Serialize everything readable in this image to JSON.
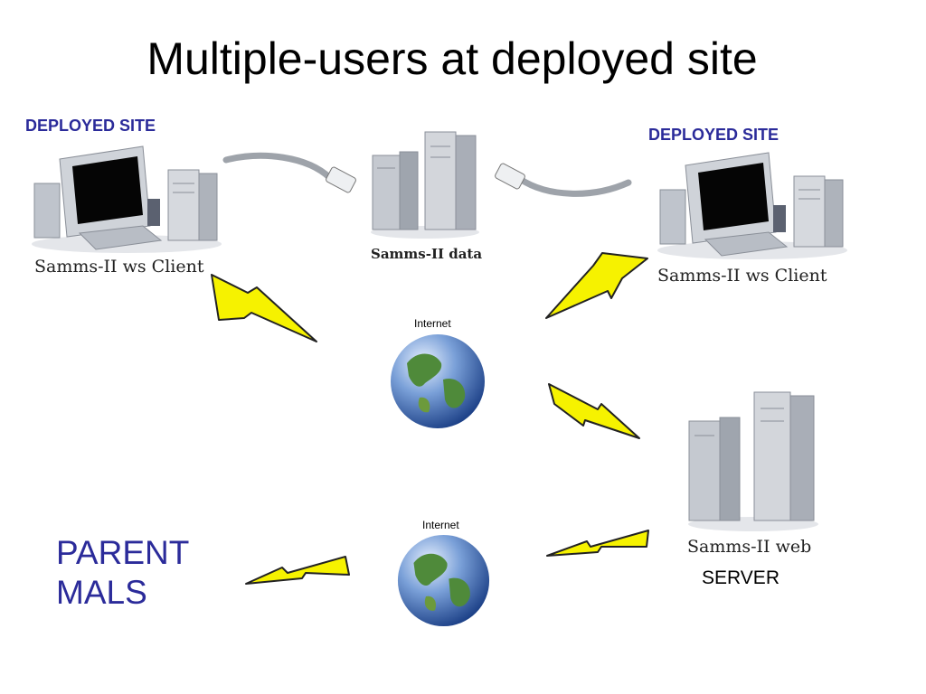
{
  "title": "Multiple-users at deployed site",
  "nodes": {
    "left_site": {
      "site_label": "DEPLOYED SITE",
      "caption": "Samms-II ws Client"
    },
    "right_site": {
      "site_label": "DEPLOYED SITE",
      "caption": "Samms-II ws Client"
    },
    "data_server": {
      "caption": "Samms-II data"
    },
    "web_server": {
      "caption": "Samms-II web",
      "role": "SERVER"
    },
    "internet_top": {
      "label": "Internet"
    },
    "internet_bottom": {
      "label": "Internet"
    },
    "parent": {
      "line1": "PARENT",
      "line2": "MALS"
    }
  },
  "colors": {
    "accent_text": "#2b2b9a",
    "lightning_fill": "#f6f200",
    "lightning_stroke": "#222222"
  }
}
